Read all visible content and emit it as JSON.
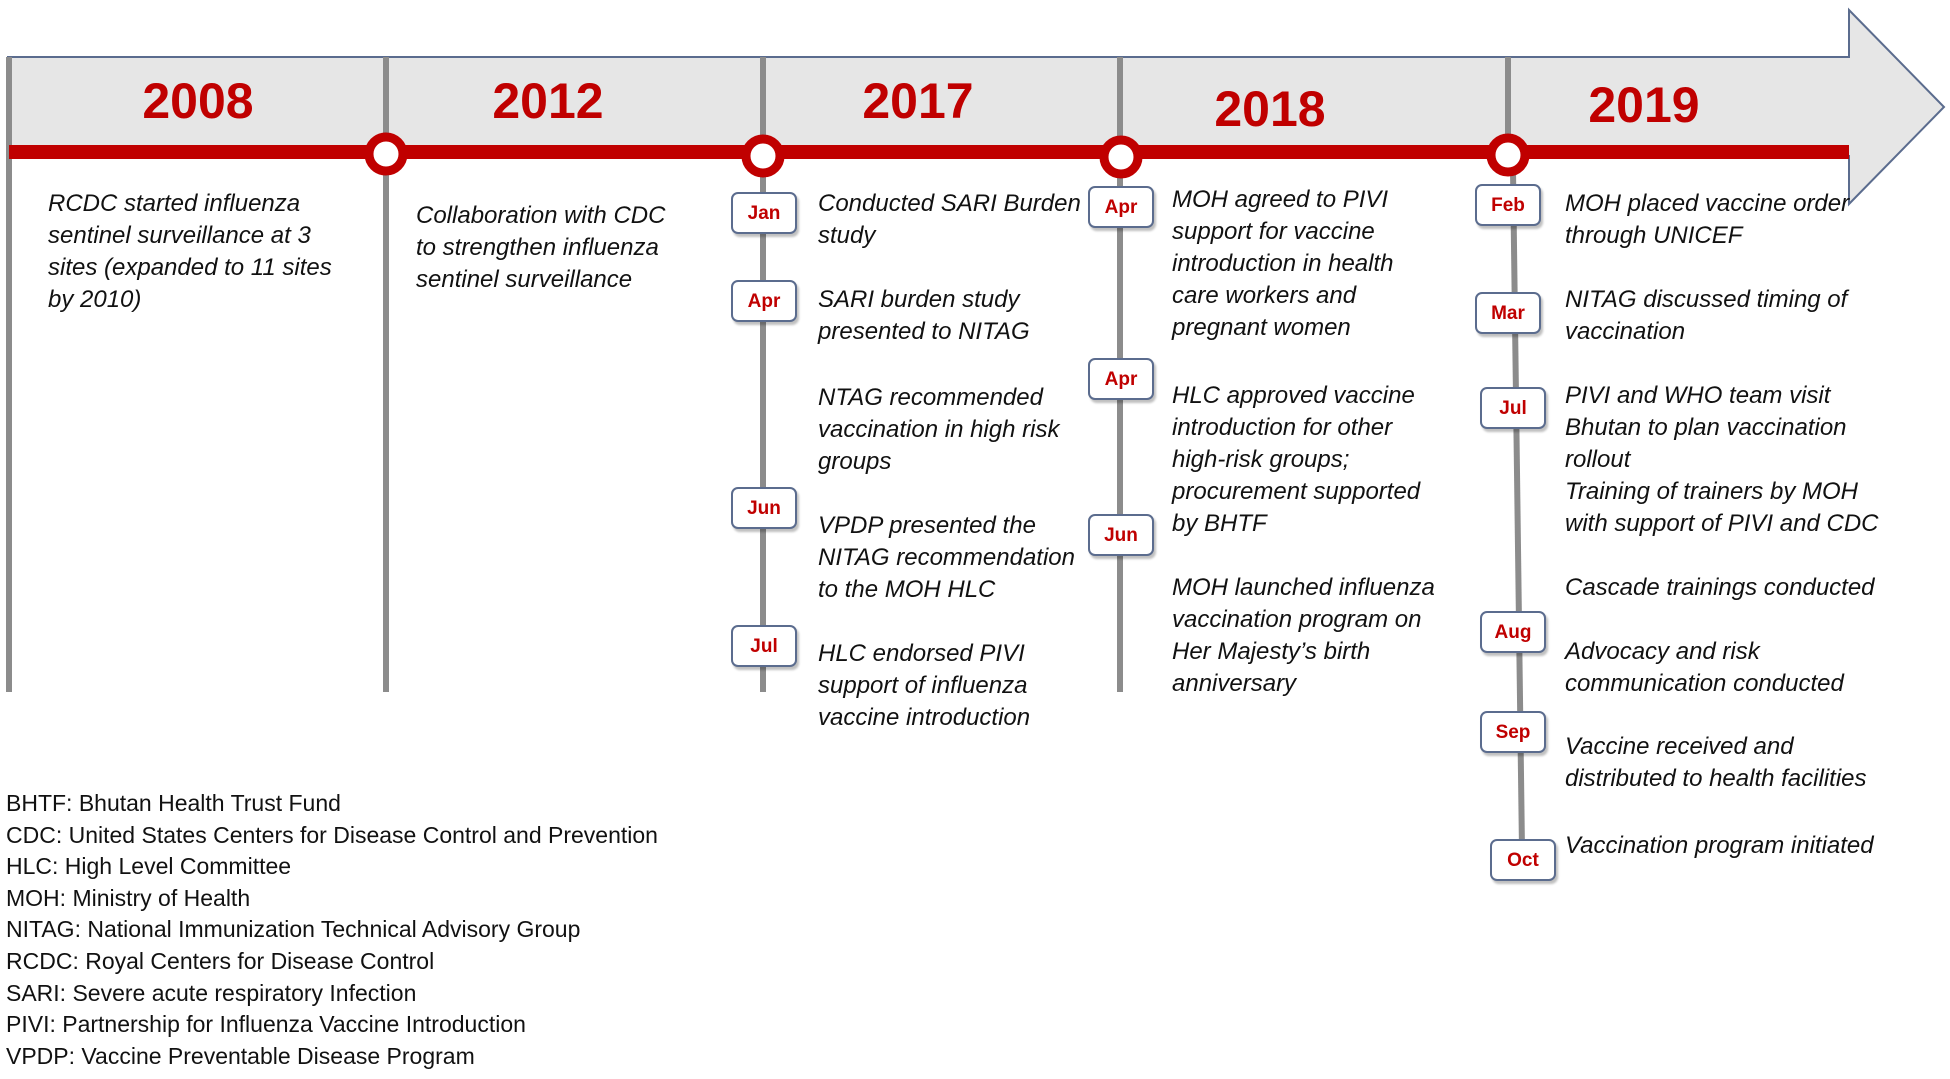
{
  "colors": {
    "accent_red": "#c00000",
    "arrow_fill": "#e6e6e6",
    "arrow_stroke": "#5b6c8e",
    "line_gray": "#8c8c8c"
  },
  "years": [
    {
      "label": "2008"
    },
    {
      "label": "2012"
    },
    {
      "label": "2017"
    },
    {
      "label": "2018"
    },
    {
      "label": "2019"
    }
  ],
  "col_2008": {
    "text": "RCDC started influenza\nsentinel surveillance at 3\nsites (expanded to 11 sites\nby 2010)"
  },
  "col_2012": {
    "text": "Collaboration with CDC\nto strengthen influenza\nsentinel surveillance"
  },
  "col_2017": {
    "events": [
      {
        "month": "Jan",
        "text": "Conducted SARI Burden\nstudy"
      },
      {
        "month": "Apr",
        "text": "SARI burden study\npresented to NITAG"
      },
      {
        "month": "",
        "text": "NTAG recommended\nvaccination in high risk\ngroups"
      },
      {
        "month": "Jun",
        "text": "VPDP presented the\nNITAG recommendation\nto the MOH HLC"
      },
      {
        "month": "Jul",
        "text": "HLC endorsed PIVI\nsupport of influenza\nvaccine introduction"
      }
    ]
  },
  "col_2018": {
    "events": [
      {
        "month": "Apr",
        "text": "MOH agreed to PIVI\nsupport for vaccine\nintroduction in health\ncare workers and\npregnant women"
      },
      {
        "month": "Apr",
        "text": "HLC approved vaccine\nintroduction for other\nhigh-risk groups;\nprocurement supported\nby BHTF"
      },
      {
        "month": "Jun",
        "text": ""
      },
      {
        "month": "",
        "text": "MOH launched influenza\nvaccination program on\nHer Majesty’s birth\nanniversary"
      }
    ]
  },
  "col_2019": {
    "events": [
      {
        "month": "Feb",
        "text": "MOH placed vaccine order\nthrough UNICEF"
      },
      {
        "month": "Mar",
        "text": "NITAG discussed timing of\nvaccination"
      },
      {
        "month": "Jul",
        "text": "PIVI and WHO team visit\nBhutan to plan vaccination\nrollout\nTraining of trainers by MOH\nwith support of PIVI and CDC"
      },
      {
        "month": "",
        "text": "Cascade trainings conducted"
      },
      {
        "month": "Aug",
        "text": "Advocacy and risk\ncommunication conducted"
      },
      {
        "month": "Sep",
        "text": "Vaccine received and\ndistributed to health facilities"
      },
      {
        "month": "Oct",
        "text": "Vaccination program initiated"
      }
    ]
  },
  "legend": [
    "BHTF: Bhutan Health Trust Fund",
    "CDC: United States Centers for Disease Control and Prevention",
    "HLC: High Level Committee",
    "MOH: Ministry of Health",
    "NITAG: National Immunization Technical Advisory Group",
    "RCDC: Royal Centers for Disease Control",
    "SARI: Severe acute respiratory Infection",
    "PIVI: Partnership for Influenza Vaccine Introduction",
    "VPDP: Vaccine Preventable Disease Program"
  ]
}
